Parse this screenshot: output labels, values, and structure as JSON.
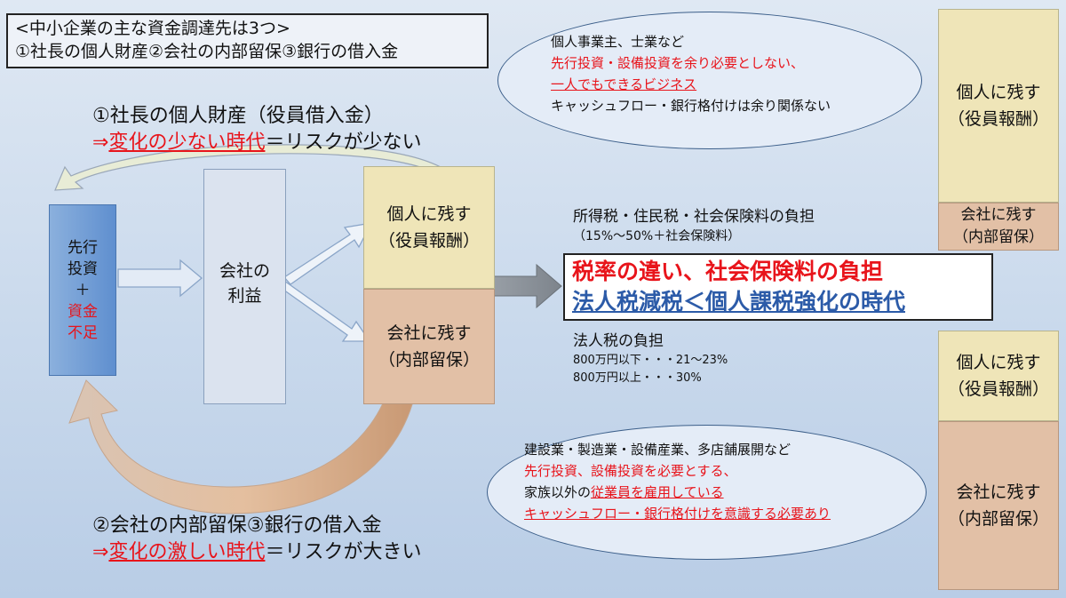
{
  "title_box": {
    "line1": "<中小企業の主な資金調達先は3つ>",
    "line2": "①社長の個人財産②会社の内部留保③銀行の借入金"
  },
  "top_heading": {
    "line1": "①社長の個人財産（役員借入金）",
    "line2_prefix": "⇒",
    "line2_red": "変化の少ない時代",
    "line2_suffix": "＝リスクが少ない"
  },
  "bottom_heading": {
    "line1": "②会社の内部留保③銀行の借入金",
    "line2_prefix": "⇒",
    "line2_red": "変化の激しい時代",
    "line2_suffix": "＝リスクが大きい"
  },
  "invest_box": {
    "line1": "先行",
    "line2": "投資",
    "line3": "＋",
    "line4": "資金",
    "line5": "不足"
  },
  "profit_box": {
    "line1": "会社の",
    "line2": "利益"
  },
  "center_stack": {
    "top": {
      "line1": "個人に残す",
      "line2": "（役員報酬）"
    },
    "bottom": {
      "line1": "会社に残す",
      "line2": "（内部留保）"
    }
  },
  "ellipse_top": {
    "line1": "個人事業主、士業など",
    "line2": "先行投資・設備投資を余り必要としない、",
    "line3": "一人でもできるビジネス",
    "line4": "キャッシュフロー・銀行格付けは余り関係ない"
  },
  "ellipse_bottom": {
    "line1": "建設業・製造業・設備産業、多店舗展開など",
    "line2": "先行投資、設備投資を必要とする、",
    "line3_prefix": "家族以外の",
    "line3_red": "従業員を雇用している",
    "line4": "キャッシュフロー・銀行格付けを意識する必要あり"
  },
  "personal_tax": {
    "label": "所得税・住民税・社会保険料の負担",
    "detail": "（15%～50%＋社会保険料）"
  },
  "corporate_tax": {
    "label": "法人税の負担",
    "row1": "800万円以下・・・21～23%",
    "row2": "800万円以上・・・30%"
  },
  "highlight": {
    "line1": "税率の違い、社会保険料の負担",
    "line2": "法人税減税＜個人課税強化の時代"
  },
  "right_top_stack": {
    "top": {
      "line1": "個人に残す",
      "line2": "（役員報酬）"
    },
    "bottom": {
      "line1": "会社に残す",
      "line2": "（内部留保）"
    }
  },
  "right_bottom_stack": {
    "top": {
      "line1": "個人に残す",
      "line2": "（役員報酬）"
    },
    "bottom": {
      "line1": "会社に残す",
      "line2": "（内部留保）"
    }
  },
  "colors": {
    "red": "#e8141b",
    "blue_text": "#2c5ba8",
    "yellow_box": "#efe5b8",
    "brown_box": "#e2c0a6",
    "invest_blue": "#6e9bd4"
  }
}
